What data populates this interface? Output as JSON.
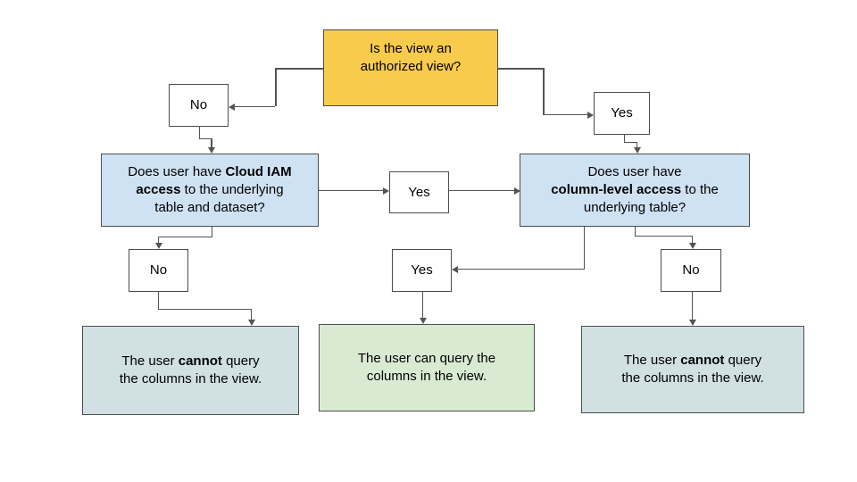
{
  "diagram": {
    "title_hidden": "",
    "colors": {
      "root_fill": "#F9CB4D",
      "question_fill": "#CFE2F3",
      "positive_outcome_fill": "#D9EAD3",
      "negative_outcome_fill": "#D0E0E3",
      "decision_fill": "#FFFFFF",
      "border": "#4d4d4d",
      "connector": "#545454",
      "text": "#000000"
    },
    "nodes": {
      "root_question": {
        "lines": [
          {
            "pre": "Is the view an",
            "bold": "",
            "post": ""
          },
          {
            "pre": "authorized view?",
            "bold": "",
            "post": ""
          }
        ]
      },
      "no_root": {
        "label": "No"
      },
      "yes_root": {
        "label": "Yes"
      },
      "iam_question": {
        "lines": [
          {
            "pre": "Does user have ",
            "bold": "Cloud IAM",
            "post": ""
          },
          {
            "pre": "",
            "bold": "access",
            "post": " to the underlying"
          },
          {
            "pre": "table and dataset?",
            "bold": "",
            "post": ""
          }
        ]
      },
      "yes_mid": {
        "label": "Yes"
      },
      "column_question": {
        "lines": [
          {
            "pre": "Does user have",
            "bold": "",
            "post": ""
          },
          {
            "pre": "",
            "bold": "column-level access",
            "post": " to the"
          },
          {
            "pre": "underlying table?",
            "bold": "",
            "post": ""
          }
        ]
      },
      "no_left": {
        "label": "No"
      },
      "yes_bottom": {
        "label": "Yes"
      },
      "no_right": {
        "label": "No"
      },
      "outcome_left": {
        "lines": [
          {
            "pre": "The user ",
            "bold": "cannot",
            "post": " query"
          },
          {
            "pre": "the columns in the view.",
            "bold": "",
            "post": ""
          }
        ]
      },
      "outcome_middle": {
        "lines": [
          {
            "pre": "The user can query the",
            "bold": "",
            "post": ""
          },
          {
            "pre": "columns in the view.",
            "bold": "",
            "post": ""
          }
        ]
      },
      "outcome_right": {
        "lines": [
          {
            "pre": "The user ",
            "bold": "cannot",
            "post": " query"
          },
          {
            "pre": "the columns in the view.",
            "bold": "",
            "post": ""
          }
        ]
      }
    }
  }
}
